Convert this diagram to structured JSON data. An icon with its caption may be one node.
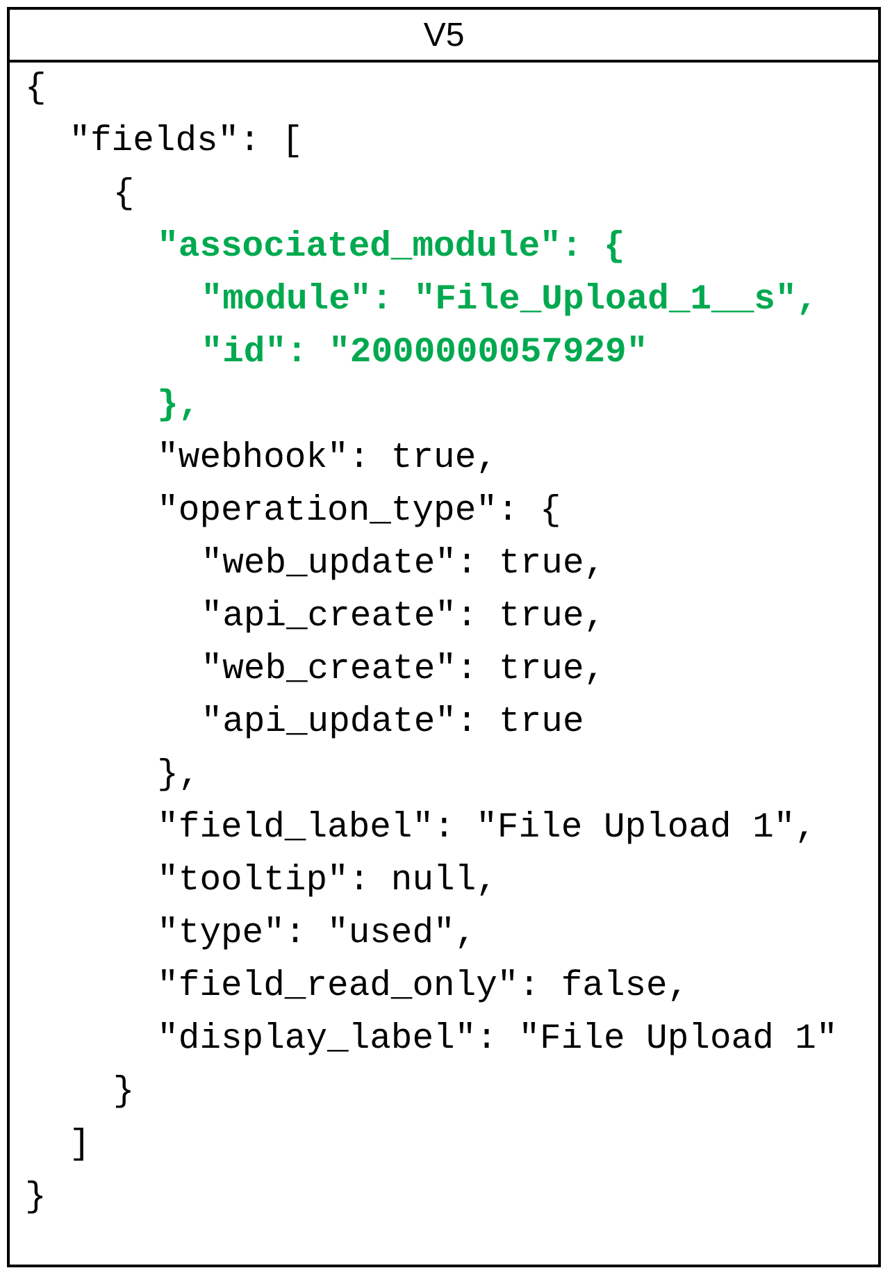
{
  "diagram": {
    "nodes": [
      {
        "text": [
          "V5"
        ]
      }
    ],
    "labels": [
      "{",
      "\"fields\": [",
      "{",
      "\"associated_module\": {",
      "\"module\": \"File_Upload_1__s\",",
      "\"id\": \"2000000057929\"",
      "},",
      "\"webhook\": true,",
      "\"operation_type\": {",
      "\"web_update\": true,",
      "\"api_create\": true,",
      "\"web_create\": true,",
      "\"api_update\": true",
      "},",
      "\"field_label\": \"File Upload 1\",",
      "\"tooltip\": null,",
      "\"type\": \"used\",",
      "\"field_read_only\": false,",
      "\"display_label\": \"File Upload 1\"",
      "}",
      "]",
      "}"
    ]
  }
}
